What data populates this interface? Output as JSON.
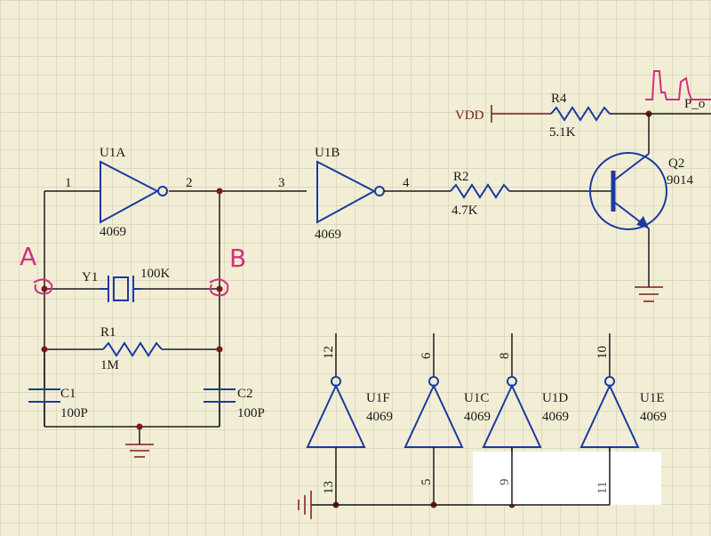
{
  "colors": {
    "background": "#f2eed6",
    "grid": "#c9c2a6",
    "wire": "#1a1a1a",
    "component": "#1a3aa0",
    "net_dot": "#7a1a1a",
    "annotation": "#d0307a"
  },
  "inverters": {
    "u1a": {
      "ref": "U1A",
      "part": "4069",
      "pin_in": "1",
      "pin_out": "2"
    },
    "u1b": {
      "ref": "U1B",
      "part": "4069",
      "pin_in": "3",
      "pin_out": "4"
    },
    "u1f": {
      "ref": "U1F",
      "part": "4069",
      "pin_in": "13",
      "pin_out": "12"
    },
    "u1c": {
      "ref": "U1C",
      "part": "4069",
      "pin_in": "5",
      "pin_out": "6"
    },
    "u1d": {
      "ref": "U1D",
      "part": "4069",
      "pin_in": "9",
      "pin_out": "8"
    },
    "u1e": {
      "ref": "U1E",
      "part": "4069",
      "pin_in": "11",
      "pin_out": "10"
    }
  },
  "crystal": {
    "ref": "Y1",
    "value": "100K"
  },
  "resistors": {
    "r1": {
      "ref": "R1",
      "value": "1M"
    },
    "r2": {
      "ref": "R2",
      "value": "4.7K"
    },
    "r4": {
      "ref": "R4",
      "value": "5.1K"
    }
  },
  "capacitors": {
    "c1": {
      "ref": "C1",
      "value": "100P"
    },
    "c2": {
      "ref": "C2",
      "value": "100P"
    }
  },
  "transistor": {
    "ref": "Q2",
    "part": "9014"
  },
  "power": {
    "vdd": "VDD"
  },
  "output_net": "P_o",
  "annotations": {
    "a": "A",
    "b": "B"
  }
}
